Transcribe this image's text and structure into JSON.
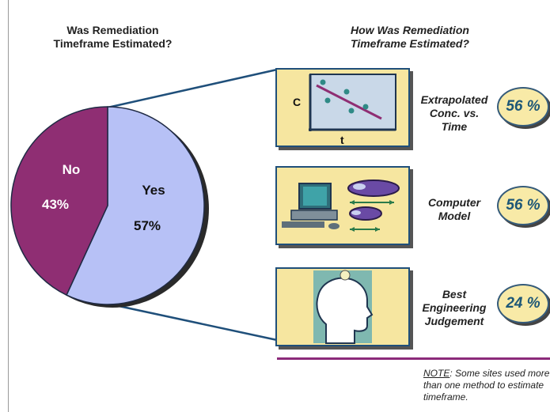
{
  "left_title": [
    "Was Remediation",
    "Timeframe Estimated?"
  ],
  "right_title": [
    "How Was Remediation",
    "Timeframe Estimated?"
  ],
  "colors": {
    "yes": "#b7c1f6",
    "no": "#8f2e73",
    "panel": "#f6e6a0",
    "frame": "#1f4f7a",
    "accent": "#8c2b7a"
  },
  "chart_data": [
    {
      "type": "pie",
      "slices": [
        {
          "label": "Yes",
          "value": 57,
          "display": "57%"
        },
        {
          "label": "No",
          "value": 43,
          "display": "43%"
        }
      ]
    },
    {
      "type": "table",
      "rows": [
        {
          "method": [
            "Extrapolated",
            "Conc. vs.",
            "Time"
          ],
          "value": 56,
          "display": "56 %"
        },
        {
          "method": [
            "Computer",
            "Model"
          ],
          "value": 56,
          "display": "56 %"
        },
        {
          "method": [
            "Best",
            "Engineering",
            "Judgement"
          ],
          "value": 24,
          "display": "24 %"
        }
      ]
    }
  ],
  "graph_panel": {
    "y_axis_label": "C",
    "x_axis_label": "t"
  },
  "note": {
    "label": "NOTE",
    "text": ":  Some sites used more than one method to estimate timeframe."
  }
}
